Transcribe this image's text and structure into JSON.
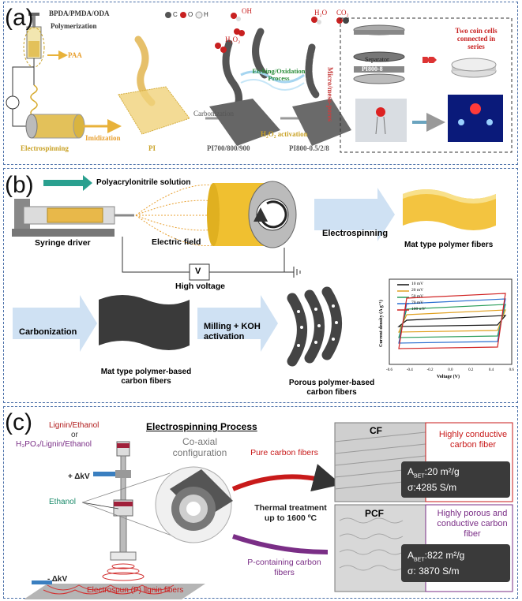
{
  "panel_a": {
    "label": "(a)",
    "precursor": "BPDA/PMDA/ODA",
    "polymerization": "Polymerization",
    "paa": "PAA",
    "legend": [
      "C",
      "O",
      "H"
    ],
    "oh": "OH",
    "h2o2_top": "H₂O₂",
    "h2o_out": "H₂O",
    "co2_out": "CO₂",
    "etching": "Etching/Oxidation Process",
    "pores": "Micro/meso-pores",
    "electrospinning": "Electrospinning",
    "imidization": "Imidization",
    "pi": "PI",
    "carbonization": "Carbonization",
    "activation": "H₂O₂ activation",
    "pi_series": "PI700/800/900",
    "pi_final": "PI800-0.5/2/8",
    "cell_top": "PI800-8",
    "separator": "Separator",
    "cell_bottom": "PI800-8",
    "coin_cells": "Two coin cells connected in series"
  },
  "panel_b": {
    "label": "(b)",
    "solution": "Polyacrylonitrile solution",
    "syringe_driver": "Syringe driver",
    "electric_field": "Electric field",
    "high_voltage": "High voltage",
    "v_symbol": "V",
    "electrospinning": "Electrospinning",
    "mat_fibers": "Mat type polymer fibers",
    "carbonization": "Carbonization",
    "mat_carbon": "Mat type polymer-based carbon fibers",
    "milling": "Milling + KOH activation",
    "porous": "Porous polymer-based carbon fibers",
    "cv_legend": [
      "10 mV",
      "20 mV",
      "50 mV",
      "70 mV",
      "100 mV"
    ],
    "cv_xlabel": "Voltage (V)",
    "cv_ylabel": "Current density (A g⁻¹)",
    "cv_xticks": [
      "-0.6",
      "-0.4",
      "-0.2",
      "0.0",
      "0.2",
      "0.4",
      "0.6"
    ],
    "cv_colors": [
      "#111111",
      "#e0a020",
      "#2a9d5a",
      "#2a6fd0",
      "#d02020"
    ]
  },
  "panel_c": {
    "label": "(c)",
    "lignin": "Lignin/Ethanol",
    "or": "or",
    "h3po4": "H₃PO₄/Lignin/Ethanol",
    "plus_kv": "+ ΔkV",
    "ethanol": "Ethanol",
    "minus_kv": "- ΔkV",
    "title": "Electrospinning Process",
    "coaxial": "Co-axial configuration",
    "pure": "Pure carbon fibers",
    "thermal": "Thermal treatment up to 1600 ºC",
    "p_containing": "P-containing carbon fibers",
    "spun": "Electrospun (P) lignin fibers",
    "cf": "CF",
    "pcf": "PCF",
    "cf_desc": "Highly conductive carbon fiber",
    "pcf_desc": "Highly porous and conductive carbon fiber",
    "cf_abet": "A",
    "cf_abet_sub": "BET",
    "cf_abet_val": ":20 m²/g",
    "cf_sigma": "σ:4285 S/m",
    "pcf_abet": "A",
    "pcf_abet_sub": "BET",
    "pcf_abet_val": ":822 m²/g",
    "pcf_sigma": "σ: 3870 S/m"
  }
}
